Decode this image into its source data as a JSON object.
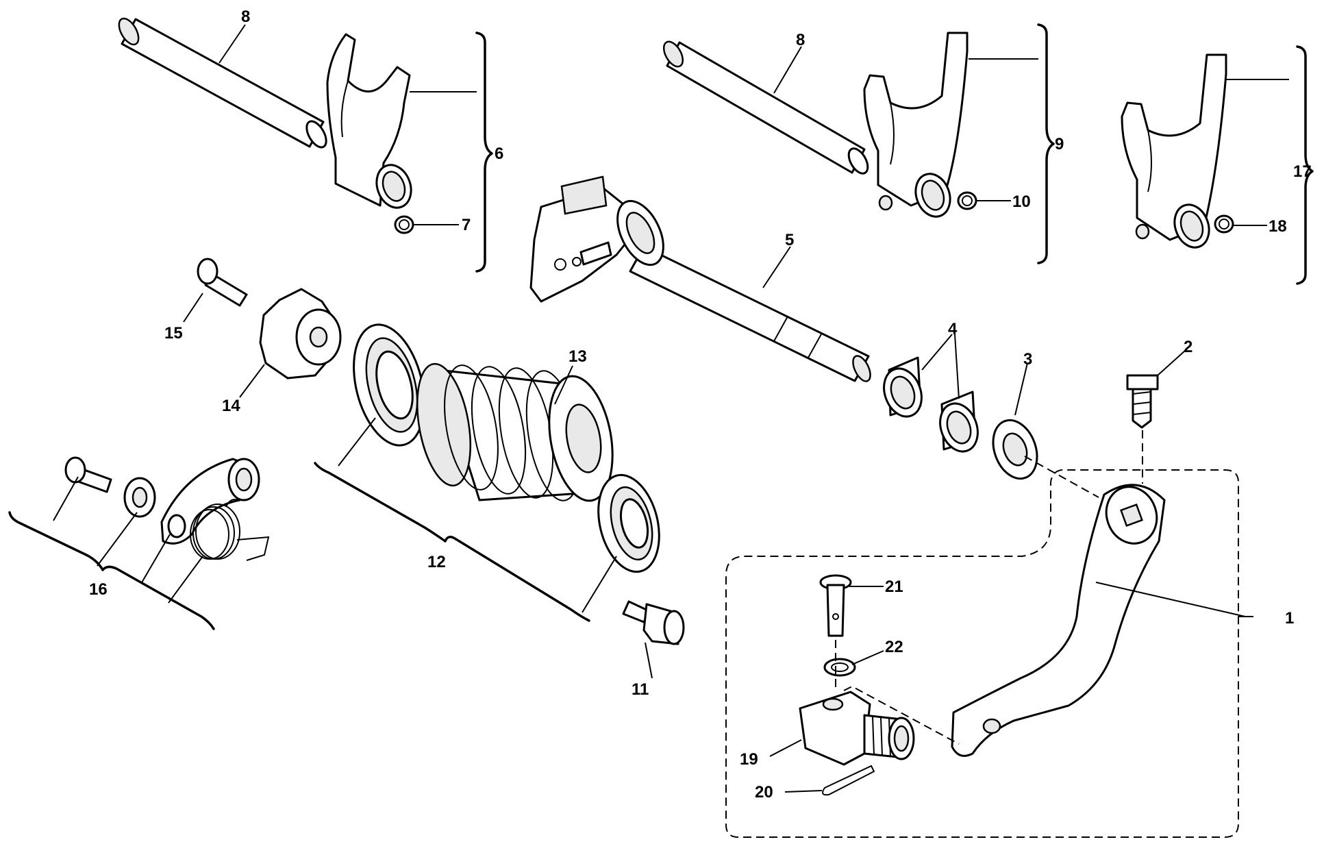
{
  "callouts": {
    "c1": "1",
    "c2": "2",
    "c3": "3",
    "c4": "4",
    "c5": "5",
    "c6": "6",
    "c7": "7",
    "c8a": "8",
    "c8b": "8",
    "c9": "9",
    "c10": "10",
    "c11": "11",
    "c12": "12",
    "c13": "13",
    "c14": "14",
    "c15": "15",
    "c16": "16",
    "c17": "17",
    "c18": "18",
    "c19": "19",
    "c20": "20",
    "c21": "21",
    "c22": "22"
  }
}
